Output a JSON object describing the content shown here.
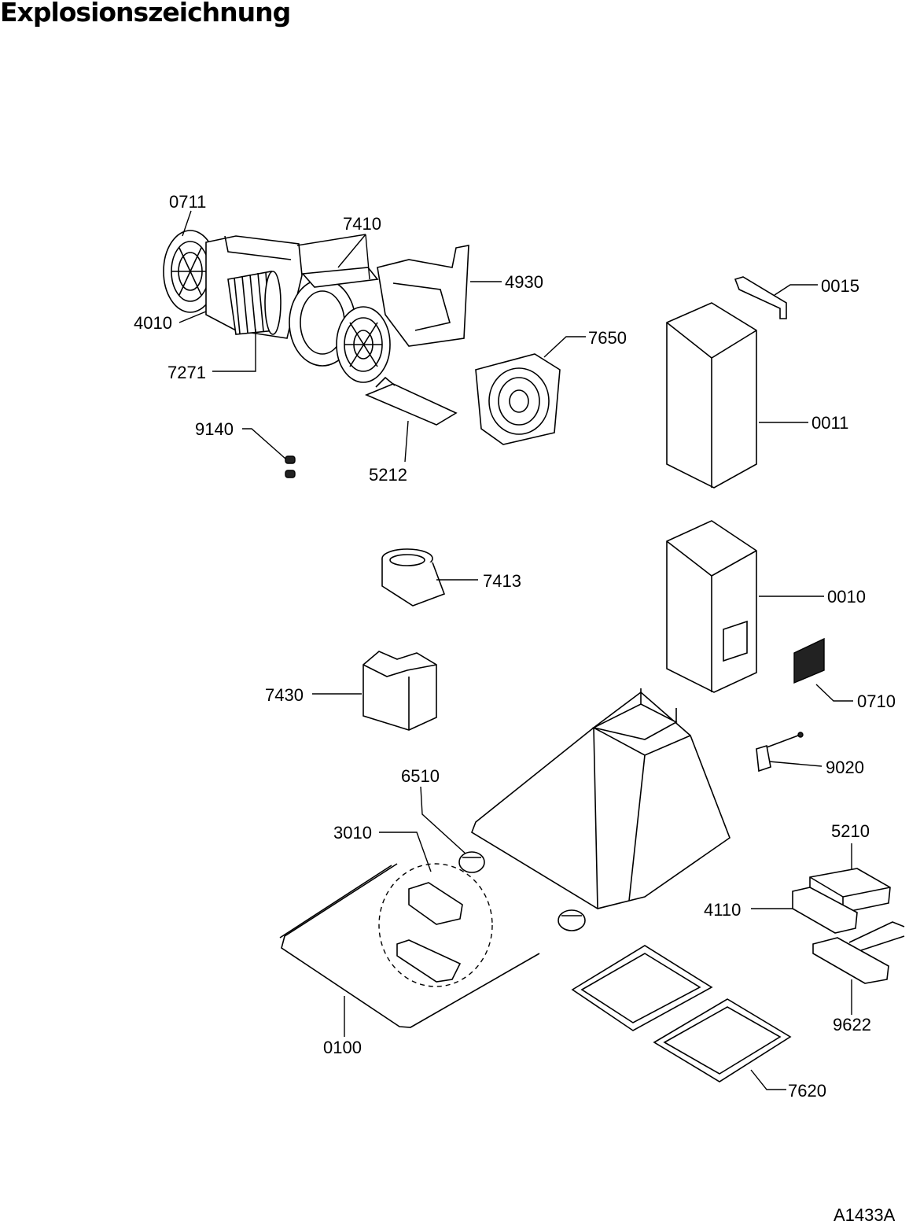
{
  "title": "Explosionszeichnung",
  "doc_code": "A1433A",
  "parts": [
    {
      "id": "0711"
    },
    {
      "id": "7410"
    },
    {
      "id": "4930"
    },
    {
      "id": "4010"
    },
    {
      "id": "7271"
    },
    {
      "id": "7650"
    },
    {
      "id": "0015"
    },
    {
      "id": "0011"
    },
    {
      "id": "9140"
    },
    {
      "id": "5212"
    },
    {
      "id": "7413"
    },
    {
      "id": "0010"
    },
    {
      "id": "0710"
    },
    {
      "id": "7430"
    },
    {
      "id": "9020"
    },
    {
      "id": "6510"
    },
    {
      "id": "3010"
    },
    {
      "id": "5210"
    },
    {
      "id": "4110"
    },
    {
      "id": "9622"
    },
    {
      "id": "0100"
    },
    {
      "id": "7620"
    }
  ]
}
